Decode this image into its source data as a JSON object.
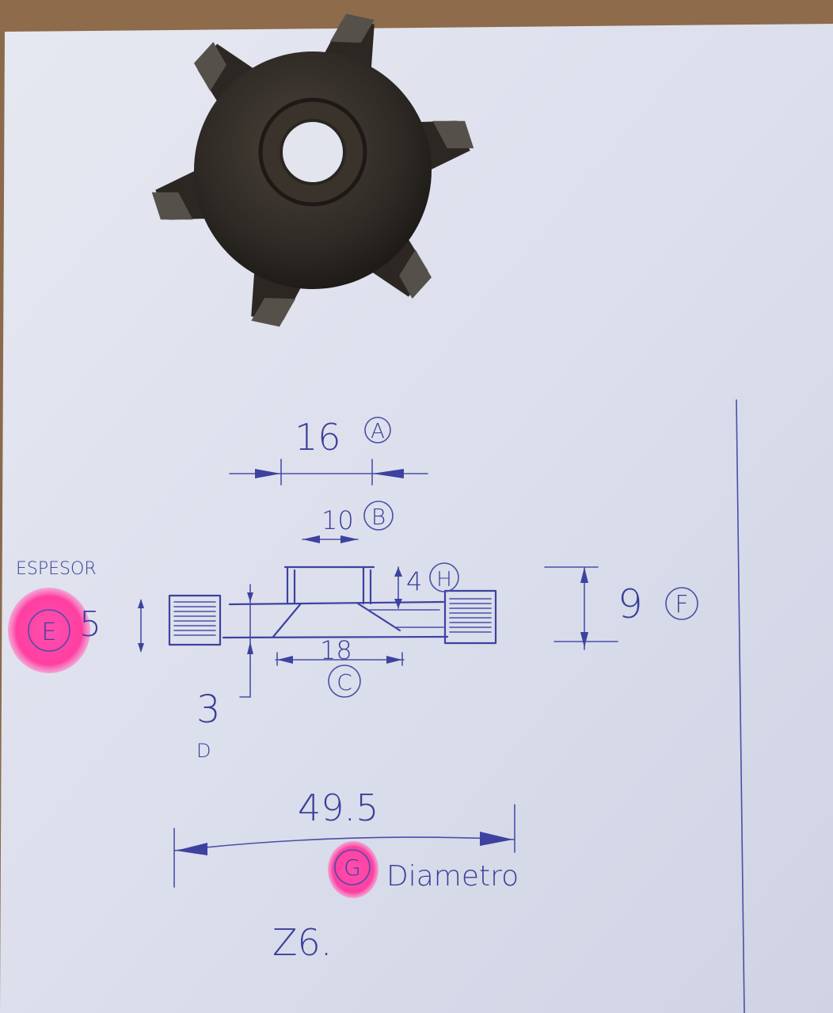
{
  "colors": {
    "table": "#8a6a4a",
    "paper": "#dfe2ee",
    "ink": "#3a3f9a",
    "metal": "#2e2a26",
    "highlight": "#ff3fa0"
  },
  "object": {
    "icon": "saw-cutter-disc"
  },
  "annotations": {
    "espesor_label": "ESPESOR",
    "e_letter": "E",
    "e_value": "5",
    "a_value": "16",
    "a_letter": "A",
    "b_value": "10",
    "b_letter": "B",
    "h_value": "4",
    "h_letter": "H",
    "f_value": "9",
    "f_letter": "F",
    "c_value": "18",
    "c_letter": "C",
    "d_value": "3",
    "d_letter": "D",
    "g_value": "49.5",
    "g_letter": "G",
    "diametro_label": "Diametro",
    "teeth_label": "Z6."
  }
}
